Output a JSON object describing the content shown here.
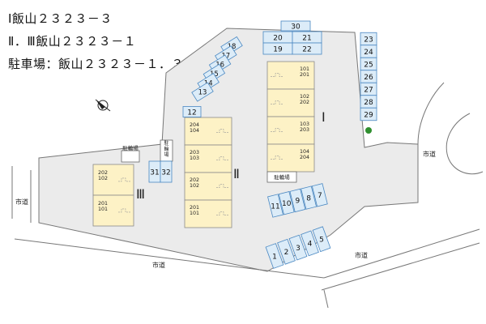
{
  "header": {
    "line1": "Ⅰ飯山２３２３－３",
    "line2": "Ⅱ．Ⅲ飯山２３２３－１",
    "line3": "駐車場：飯山２３２３－１．３"
  },
  "colors": {
    "lot": "#ebebeb",
    "outline": "#777777",
    "parking_fill": "#dcecf8",
    "parking_stroke": "#4a88c2",
    "building_fill": "#fdf2c6",
    "building_stroke": "#8a8a8a",
    "tree": "#2f8f2f"
  },
  "building_labels": {
    "b1": "Ⅰ",
    "b2": "Ⅱ",
    "b3": "Ⅲ"
  },
  "units": {
    "b1": [
      [
        "101",
        "201"
      ],
      [
        "102",
        "202"
      ],
      [
        "103",
        "203"
      ],
      [
        "104",
        "204"
      ]
    ],
    "b2": [
      [
        "204",
        "104"
      ],
      [
        "203",
        "103"
      ],
      [
        "202",
        "102"
      ],
      [
        "201",
        "101"
      ]
    ],
    "b3": [
      [
        "202",
        "102"
      ],
      [
        "201",
        "101"
      ]
    ]
  },
  "bike_parking": {
    "label": "駐輪場",
    "label_vertical": "駐輪場"
  },
  "road_label": "市道",
  "parking": {
    "top_row": [
      "20",
      "21"
    ],
    "mid_row": [
      "19",
      "22"
    ],
    "top_single": "30",
    "right_column": [
      "23",
      "24",
      "25",
      "26",
      "27",
      "28",
      "29"
    ],
    "diagonal": [
      "18",
      "17",
      "16",
      "15",
      "14",
      "13"
    ],
    "single_12": "12",
    "pair": [
      "31",
      "32"
    ],
    "row_center": [
      "11",
      "10",
      "9",
      "8",
      "7"
    ],
    "row_bottom": [
      "1",
      "2",
      "3",
      "4",
      "5"
    ]
  }
}
